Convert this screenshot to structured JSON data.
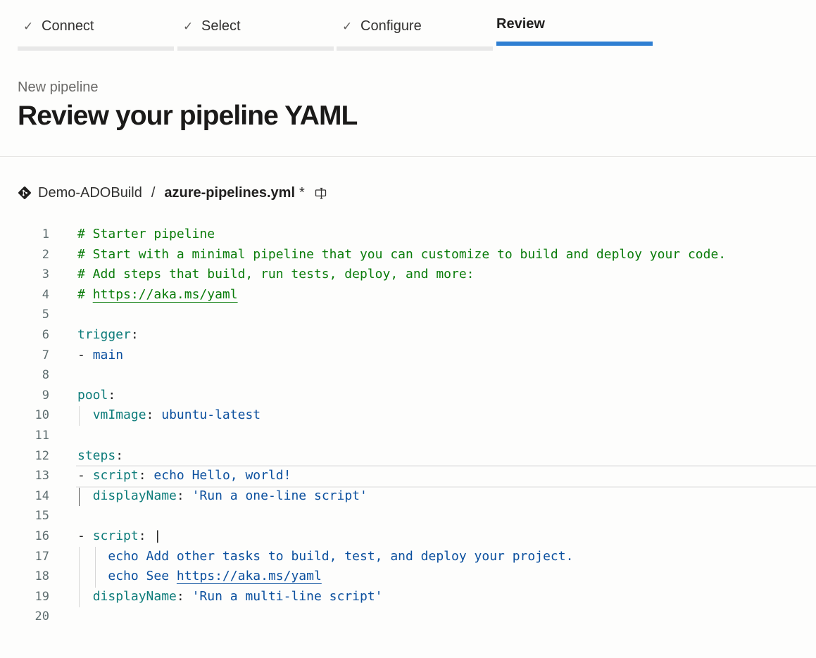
{
  "wizard": {
    "steps": [
      {
        "label": "Connect",
        "state": "done"
      },
      {
        "label": "Select",
        "state": "done"
      },
      {
        "label": "Configure",
        "state": "done"
      },
      {
        "label": "Review",
        "state": "active"
      }
    ],
    "accent": "#2f7fd2"
  },
  "header": {
    "eyebrow": "New pipeline",
    "title": "Review your pipeline YAML"
  },
  "breadcrumb": {
    "repo": "Demo-ADOBuild",
    "separator": "/",
    "file": "azure-pipelines.yml",
    "dirty_marker": "*",
    "repo_icon": "git-icon",
    "action_icon": "rename-icon"
  },
  "editor": {
    "line_numbers": [
      "1",
      "2",
      "3",
      "4",
      "5",
      "6",
      "7",
      "8",
      "9",
      "10",
      "11",
      "12",
      "13",
      "14",
      "15",
      "16",
      "17",
      "18",
      "19",
      "20"
    ],
    "colors": {
      "comment": "#0a7c0a",
      "key": "#0d7c7a",
      "value": "#0a4f9e"
    },
    "lines": {
      "l1": {
        "comment": "# Starter pipeline"
      },
      "l2": {
        "comment": "# Start with a minimal pipeline that you can customize to build and deploy your code."
      },
      "l3": {
        "comment": "# Add steps that build, run tests, deploy, and more:"
      },
      "l4": {
        "hash": "# ",
        "link": "https://aka.ms/yaml"
      },
      "l6": {
        "key": "trigger",
        "colon": ":"
      },
      "l7": {
        "dash": "- ",
        "value": "main"
      },
      "l9": {
        "key": "pool",
        "colon": ":"
      },
      "l10": {
        "key": "vmImage",
        "colon": ": ",
        "value": "ubuntu-latest"
      },
      "l12": {
        "key": "steps",
        "colon": ":"
      },
      "l13": {
        "dash": "- ",
        "key": "script",
        "colon": ": ",
        "value": "echo Hello, world!"
      },
      "l14": {
        "key": "displayName",
        "colon": ": ",
        "value": "'Run a one-line script'"
      },
      "l16": {
        "dash": "- ",
        "key": "script",
        "colon": ": ",
        "value": "|"
      },
      "l17": {
        "value": "echo Add other tasks to build, test, and deploy your project."
      },
      "l18": {
        "value": "echo See ",
        "link": "https://aka.ms/yaml"
      },
      "l19": {
        "key": "displayName",
        "colon": ": ",
        "value": "'Run a multi-line script'"
      }
    },
    "current_line": "13"
  }
}
